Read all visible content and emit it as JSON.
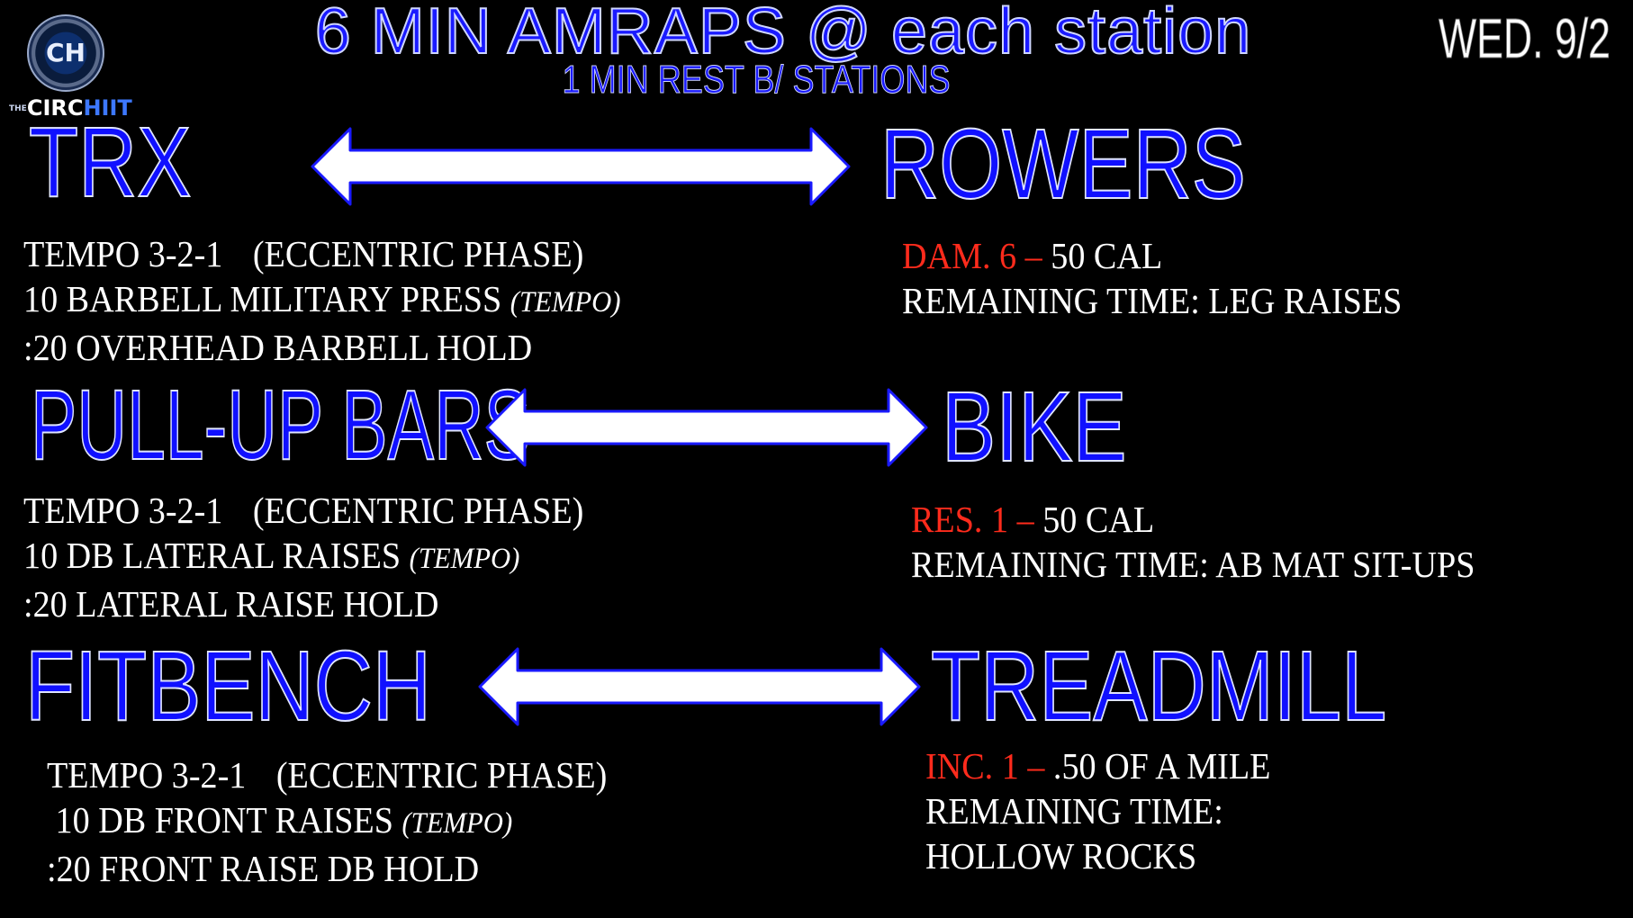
{
  "header": {
    "title": "6 MIN AMRAPS @ each station",
    "subtitle": "1 MIN REST B/ STATIONS",
    "date": "WED. 9/2"
  },
  "logo": {
    "monogram": "CH",
    "prefix": "THE",
    "word_a": "CIRC",
    "word_b": "HIIT"
  },
  "colors": {
    "station_blue": "#1010ff",
    "accent_red": "#ff2b1c",
    "text_white": "#ffffff",
    "background": "#000000"
  },
  "left": {
    "trx": {
      "name": "TRX",
      "lines": [
        {
          "main": "TEMPO 3-2-1",
          "extra": "(ECCENTRIC PHASE)"
        },
        {
          "main": "10 BARBELL MILITARY PRESS",
          "extra": "(TEMPO)"
        },
        {
          "main": ":20 OVERHEAD BARBELL HOLD"
        }
      ]
    },
    "pullup": {
      "name": "PULL-UP BARS",
      "lines": [
        {
          "main": "TEMPO 3-2-1",
          "extra": "(ECCENTRIC PHASE)"
        },
        {
          "main": "10 DB LATERAL RAISES",
          "extra": "(TEMPO)"
        },
        {
          "main": ":20 LATERAL RAISE HOLD"
        }
      ]
    },
    "fitbench": {
      "name": "FITBENCH",
      "lines": [
        {
          "main": "TEMPO 3-2-1",
          "extra": "(ECCENTRIC PHASE)"
        },
        {
          "main": "10 DB FRONT RAISES",
          "extra": "(TEMPO)"
        },
        {
          "main": ":20 FRONT RAISE DB HOLD"
        }
      ]
    }
  },
  "right": {
    "rowers": {
      "name": "ROWERS",
      "setting": "DAM. 6 –",
      "target": "50 CAL",
      "remaining": "REMAINING TIME: LEG RAISES"
    },
    "bike": {
      "name": "BIKE",
      "setting": "RES. 1 –",
      "target": "50 CAL",
      "remaining": "REMAINING TIME: AB MAT SIT-UPS"
    },
    "treadmill": {
      "name": "TREADMILL",
      "setting": "INC. 1 –",
      "target": ".50 OF A MILE",
      "remaining_a": "REMAINING TIME:",
      "remaining_b": "HOLLOW ROCKS"
    }
  }
}
